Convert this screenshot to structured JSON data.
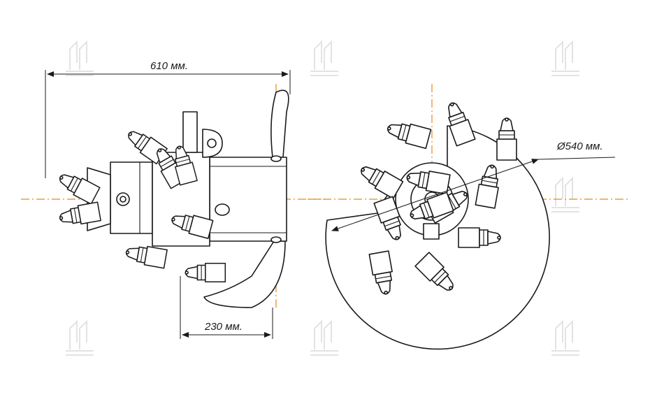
{
  "dimensions": {
    "overall_length": "610 мм.",
    "tooth_reach": "230 мм.",
    "cutting_diameter": "Ø540 мм."
  },
  "colors": {
    "outline": "#1a1a1a",
    "centerline": "#e8891e",
    "watermark": "#e3e3e3"
  }
}
